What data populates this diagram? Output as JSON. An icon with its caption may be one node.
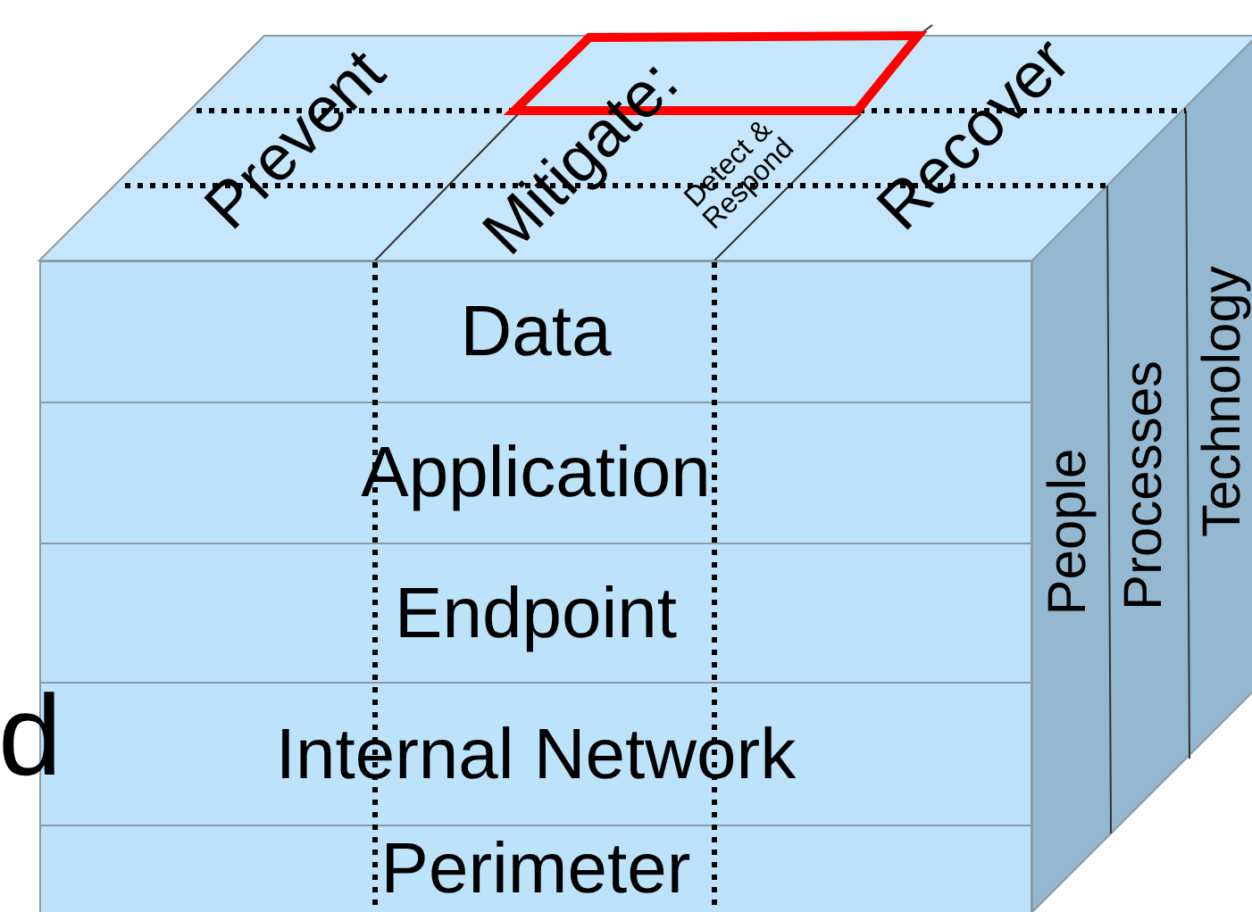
{
  "diagram": {
    "nodes": [
      {
        "text": [
          "Data"
        ]
      },
      {
        "text": [
          "Application"
        ]
      },
      {
        "text": [
          "Endpoint"
        ]
      },
      {
        "text": [
          "Internal Network"
        ]
      },
      {
        "text": [
          "Perimeter"
        ]
      }
    ],
    "labels": [
      "Prevent",
      "Mitigate:",
      "Detect & Respond",
      "Recover",
      "People",
      "Processes",
      "Technology",
      "d"
    ]
  }
}
